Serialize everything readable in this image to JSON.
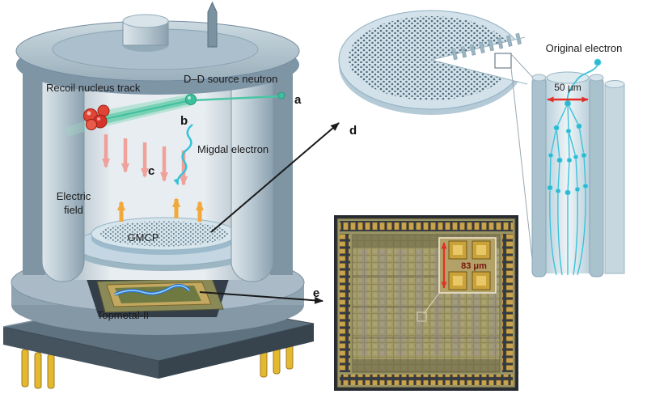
{
  "figure": {
    "labels": {
      "recoil_track": "Recoil nucleus track",
      "dd_neutron": "D–D source neutron",
      "migdal_electron": "Migdal electron",
      "electric_field_line1": "Electric",
      "electric_field_line2": "field",
      "gmcp": "GMCP",
      "topmetal": "Topmetal-II",
      "original_electron": "Original electron",
      "scale_50": "50 μm",
      "scale_83": "83 μm",
      "a": "a",
      "b": "b",
      "c": "c",
      "d": "d",
      "e": "e"
    },
    "colors": {
      "steel_light": "#c9d6de",
      "steel_mid": "#9db2c0",
      "steel_dark": "#6e8494",
      "base_plate": "#5f7280",
      "track_green": "#3fbf9f",
      "recoil_red": "#e03c30",
      "electron_cyan": "#35c2d8",
      "field_yellow": "#f2a93c",
      "drift_pink": "#f2948c",
      "scale_red": "#e03028",
      "chip_gold": "#c9a24e",
      "pin_gold": "#e3b92f"
    }
  }
}
